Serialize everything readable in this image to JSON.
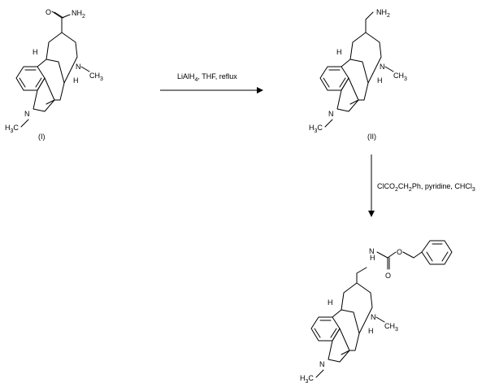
{
  "scheme": {
    "compounds": [
      {
        "label": "(I)"
      },
      {
        "label": "(II)"
      },
      {
        "label": ""
      }
    ],
    "reagents": {
      "step1": {
        "base": "LiAlH",
        "sub": "4",
        "rest": ", THF, reflux"
      },
      "step2": {
        "p1": "ClCO",
        "s1": "2",
        "p2": "CH",
        "s2": "2",
        "p3": "Ph, pyridine, CHCl",
        "s3": "3"
      }
    },
    "atoms": {
      "amide_o": "O",
      "amide_nh2_n": "NH",
      "amide_nh2_sub": "2",
      "piperidine_n": "N",
      "n_methyl": "CH",
      "n_methyl_sub": "3",
      "indole_n": "N",
      "indole_methyl_pre": "H",
      "indole_methyl_c": "C",
      "indole_methyl_sub": "3",
      "stereo_h": "H",
      "carbamate_nh": "H",
      "carbamate_n": "N",
      "carbamate_o1": "O",
      "carbamate_o2": "O"
    }
  }
}
